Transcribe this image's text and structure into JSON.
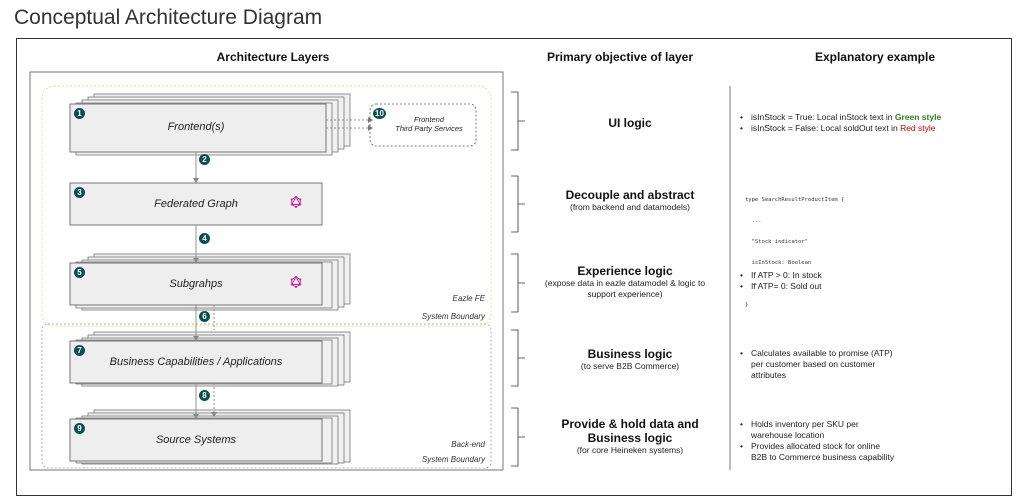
{
  "page": {
    "title": "Conceptual Architecture Diagram"
  },
  "headers": {
    "layers": "Architecture Layers",
    "objective": "Primary objective of layer",
    "example": "Explanatory example"
  },
  "layers": [
    {
      "num": "1",
      "label": "Frontend(s)"
    },
    {
      "num": "3",
      "label": "Federated Graph"
    },
    {
      "num": "5",
      "label": "Subgrahps"
    },
    {
      "num": "7",
      "label": "Business Capabilities / Applications"
    },
    {
      "num": "9",
      "label": "Source Systems"
    }
  ],
  "connectors": [
    "2",
    "4",
    "6",
    "8"
  ],
  "third_party": {
    "num": "10",
    "line1": "Frontend",
    "line2": "Third Party Services"
  },
  "boundaries": {
    "fe_line1": "Eazle FE",
    "fe_line2": "System Boundary",
    "be_line1": "Back-end",
    "be_line2": "System Boundary"
  },
  "objectives": [
    {
      "title": "UI logic",
      "sub": ""
    },
    {
      "title": "Decouple and abstract",
      "sub": "(from backend and datamodels)"
    },
    {
      "title": "Experience logic",
      "sub1": "(expose data in eazle datamodel & logic to",
      "sub2": "support experience)"
    },
    {
      "title": "Business logic",
      "sub": "(to serve B2B Commerce)"
    },
    {
      "title1": "Provide & hold data and",
      "title2": "Business logic",
      "sub": "(for core Heineken systems)"
    }
  ],
  "examples": {
    "ui": {
      "b1_pre": "isInStock = True: Local inStock text in ",
      "b1_style": "Green style",
      "b2_pre": "isInStock = False: Local soldOut text in ",
      "b2_style": "Red style"
    },
    "code": [
      "type SearchResultProductItem {",
      "  ...",
      "  \"Stock indicator\"",
      "  isInStock: Boolean",
      "  ...",
      "}"
    ],
    "experience": [
      "If ATP > 0: In stock",
      "If ATP= 0: Sold out"
    ],
    "business": [
      "Calculates available to promise (ATP)",
      "per customer based on customer",
      "attributes"
    ],
    "source": {
      "b1_l1": "Holds inventory per SKU per",
      "b1_l2": "warehouse location",
      "b2_l1": "Provides allocated stock for online",
      "b2_l2": "B2B to Commerce business capability"
    }
  },
  "colors": {
    "badge": "#0b4f4f",
    "graphql_icon": "#d21ea9",
    "fe_boundary": "#f2d98a",
    "green_text": "#2e7d1f",
    "red_text": "#cc0000"
  }
}
